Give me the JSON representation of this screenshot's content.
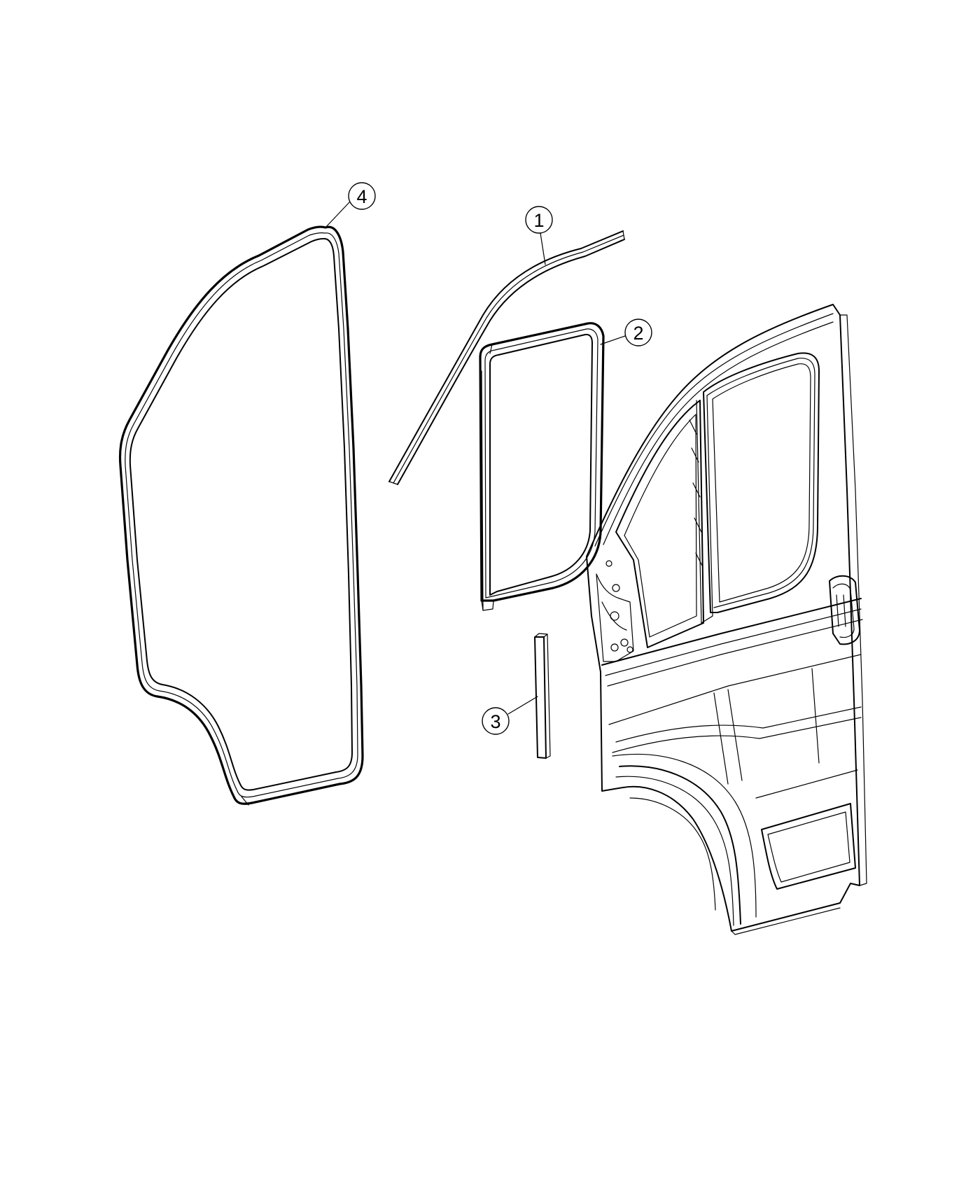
{
  "callouts": [
    {
      "id": "weatherstrip-roof-rail",
      "label": "1"
    },
    {
      "id": "glass-run-channel",
      "label": "2"
    },
    {
      "id": "belt-seal-strip",
      "label": "3"
    },
    {
      "id": "door-opening-weatherstrip",
      "label": "4"
    }
  ],
  "colors": {
    "line": "#000000",
    "background": "#ffffff"
  }
}
